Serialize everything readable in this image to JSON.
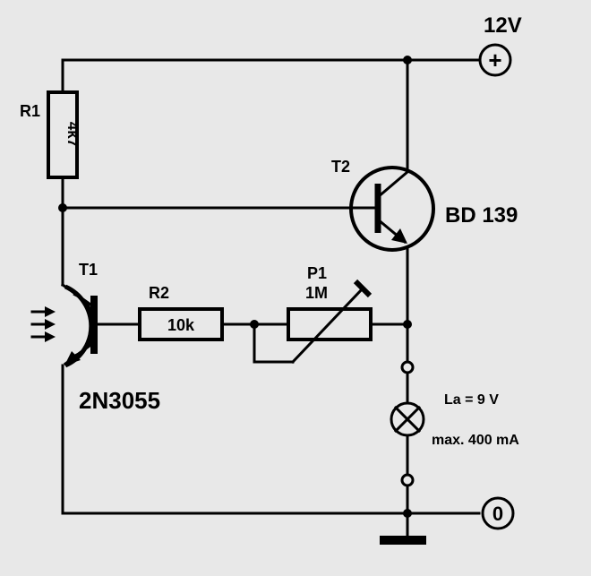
{
  "supply": {
    "label": "12V",
    "plus_symbol": "+"
  },
  "ground": {
    "symbol": "0"
  },
  "r1": {
    "name": "R1",
    "value": "4k7"
  },
  "r2": {
    "name": "R2",
    "value": "10k"
  },
  "p1": {
    "name": "P1",
    "value": "1M"
  },
  "t1": {
    "name": "T1",
    "part": "2N3055"
  },
  "t2": {
    "name": "T2",
    "part": "BD 139"
  },
  "lamp": {
    "line1": "La = 9 V",
    "line2": "max. 400 mA"
  }
}
